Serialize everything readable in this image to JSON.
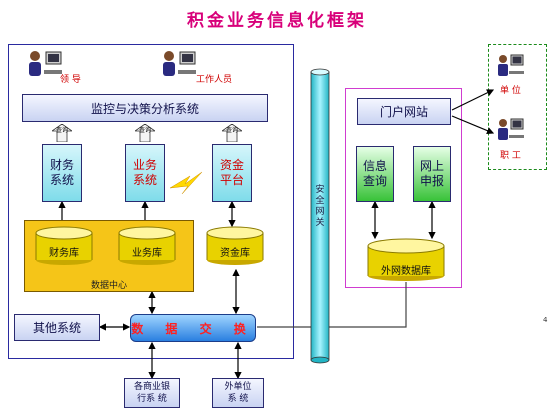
{
  "title": "积金业务信息化框架",
  "people": {
    "leader": "领 导",
    "staff": "工作人员",
    "unit": "单 位",
    "employee": "职 工"
  },
  "monitor": "监控与决策分析系统",
  "arrow_label": "查询",
  "systems": {
    "finance": "财务系统",
    "business": "业务系统",
    "fund": "资金平台"
  },
  "databases": {
    "finance": "财务库",
    "business": "业务库",
    "fund": "资金库",
    "external": "外网数据库"
  },
  "data_center": "数据中心",
  "security_gateway": "安全网关",
  "portal": "门户网站",
  "info_query": "信息查询",
  "online_report": "网上申报",
  "other_systems": "其他系统",
  "exchange": "数 据 交 换",
  "bottom": {
    "banks": "各商业银行系 统",
    "external_units": "外单位系 统"
  },
  "page_number": "4",
  "colors": {
    "title": "#d8007a",
    "outer_frame": "#2a2aa0",
    "portal_frame": "#d03cd0",
    "users_frame": "#1a8a1a",
    "data_center": "#f5c518",
    "gateway": "#40d0e0"
  }
}
